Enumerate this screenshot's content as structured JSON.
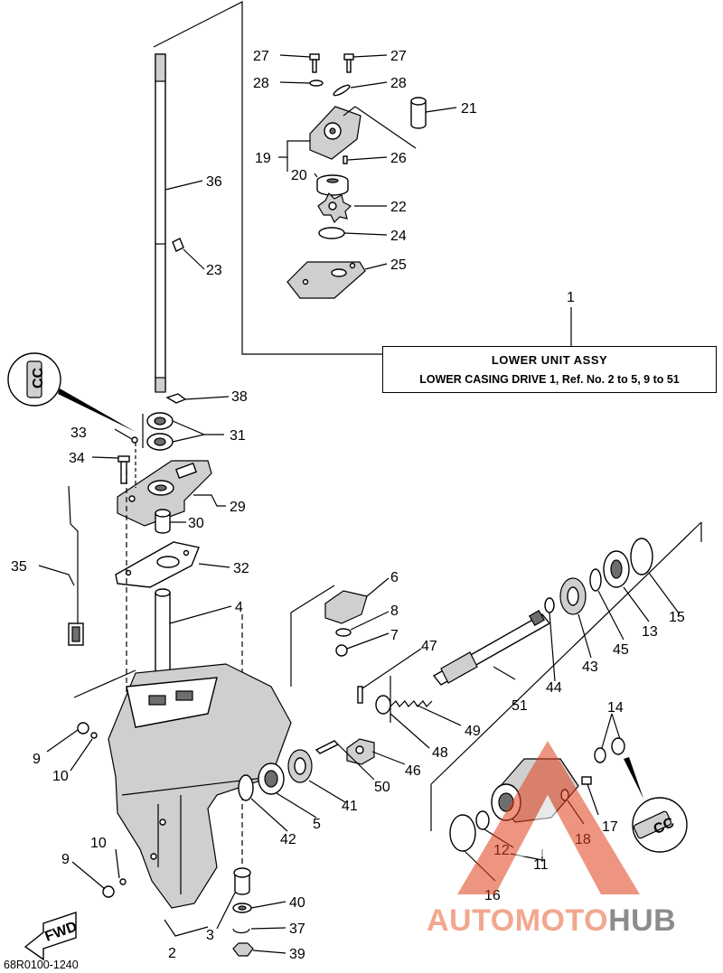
{
  "assy_box": {
    "callout": "1",
    "title": "LOWER UNIT ASSY",
    "description": "LOWER CASING DRIVE 1, Ref. No. 2 to 5, 9 to 51"
  },
  "diagram_code": "68R0100-1240",
  "fwd_label": "FWD",
  "cc_label": "CC",
  "callouts": [
    "2",
    "3",
    "4",
    "5",
    "6",
    "7",
    "8",
    "9",
    "10",
    "11",
    "12",
    "13",
    "14",
    "15",
    "16",
    "17",
    "18",
    "19",
    "20",
    "21",
    "22",
    "23",
    "24",
    "25",
    "26",
    "27",
    "28",
    "29",
    "30",
    "31",
    "32",
    "33",
    "34",
    "35",
    "36",
    "37",
    "38",
    "39",
    "40",
    "41",
    "42",
    "43",
    "44",
    "45",
    "46",
    "47",
    "48",
    "49",
    "50",
    "51"
  ],
  "watermark": {
    "part1": "AUTOMOTO",
    "part2": "HUB",
    "color_main": "#e0401c",
    "color_secondary": "#8c8c8c"
  }
}
